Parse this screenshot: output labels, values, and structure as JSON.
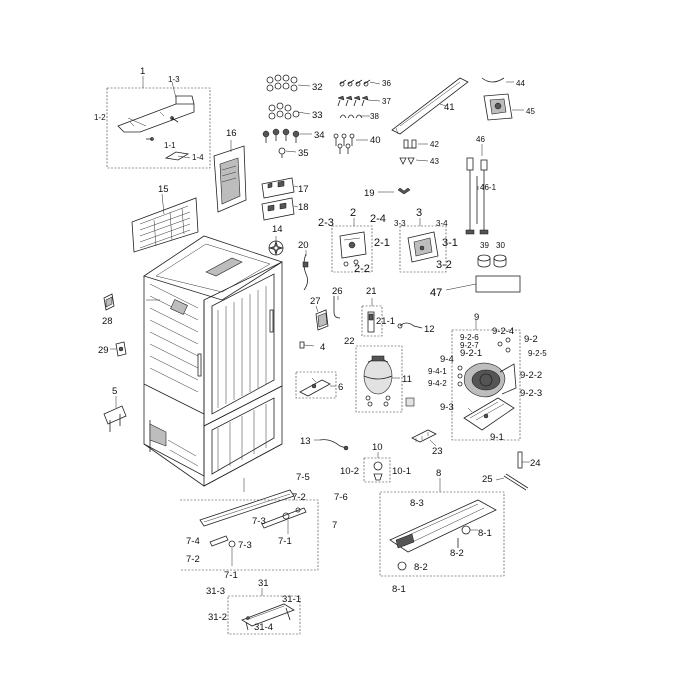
{
  "diagram": {
    "labels": [
      {
        "id": "l1",
        "text": "1"
      },
      {
        "id": "l1_1",
        "text": "1-1"
      },
      {
        "id": "l1_2",
        "text": "1-2"
      },
      {
        "id": "l1_3",
        "text": "1-3"
      },
      {
        "id": "l1_4",
        "text": "1-4"
      },
      {
        "id": "l2",
        "text": "2"
      },
      {
        "id": "l2_1",
        "text": "2-1"
      },
      {
        "id": "l2_2",
        "text": "2-2"
      },
      {
        "id": "l2_3",
        "text": "2-3"
      },
      {
        "id": "l2_4",
        "text": "2-4"
      },
      {
        "id": "l3",
        "text": "3"
      },
      {
        "id": "l3_1",
        "text": "3-1"
      },
      {
        "id": "l3_2",
        "text": "3-2"
      },
      {
        "id": "l3_3",
        "text": "3-3"
      },
      {
        "id": "l3_4",
        "text": "3-4"
      },
      {
        "id": "l4",
        "text": "4"
      },
      {
        "id": "l5",
        "text": "5"
      },
      {
        "id": "l6",
        "text": "6"
      },
      {
        "id": "l7",
        "text": "7"
      },
      {
        "id": "l7_1a",
        "text": "7-1"
      },
      {
        "id": "l7_1b",
        "text": "7-1"
      },
      {
        "id": "l7_2a",
        "text": "7-2"
      },
      {
        "id": "l7_2b",
        "text": "7-2"
      },
      {
        "id": "l7_3a",
        "text": "7-3"
      },
      {
        "id": "l7_3b",
        "text": "7-3"
      },
      {
        "id": "l7_4",
        "text": "7-4"
      },
      {
        "id": "l7_5",
        "text": "7-5"
      },
      {
        "id": "l7_6",
        "text": "7-6"
      },
      {
        "id": "l8",
        "text": "8"
      },
      {
        "id": "l8_1a",
        "text": "8-1"
      },
      {
        "id": "l8_1b",
        "text": "8-1"
      },
      {
        "id": "l8_2a",
        "text": "8-2"
      },
      {
        "id": "l8_2b",
        "text": "8-2"
      },
      {
        "id": "l8_3",
        "text": "8-3"
      },
      {
        "id": "l9",
        "text": "9"
      },
      {
        "id": "l9_1",
        "text": "9-1"
      },
      {
        "id": "l9_2",
        "text": "9-2"
      },
      {
        "id": "l9_2_1",
        "text": "9-2-1"
      },
      {
        "id": "l9_2_2",
        "text": "9-2-2"
      },
      {
        "id": "l9_2_3",
        "text": "9-2-3"
      },
      {
        "id": "l9_2_4",
        "text": "9-2-4"
      },
      {
        "id": "l9_2_5",
        "text": "9-2-5"
      },
      {
        "id": "l9_2_6",
        "text": "9-2-6"
      },
      {
        "id": "l9_2_7",
        "text": "9-2-7"
      },
      {
        "id": "l9_3",
        "text": "9-3"
      },
      {
        "id": "l9_4",
        "text": "9-4"
      },
      {
        "id": "l9_4_1",
        "text": "9-4-1"
      },
      {
        "id": "l9_4_2",
        "text": "9-4-2"
      },
      {
        "id": "l10",
        "text": "10"
      },
      {
        "id": "l10_1",
        "text": "10-1"
      },
      {
        "id": "l10_2",
        "text": "10-2"
      },
      {
        "id": "l11",
        "text": "11"
      },
      {
        "id": "l12",
        "text": "12"
      },
      {
        "id": "l13",
        "text": "13"
      },
      {
        "id": "l14",
        "text": "14"
      },
      {
        "id": "l15",
        "text": "15"
      },
      {
        "id": "l16",
        "text": "16"
      },
      {
        "id": "l17",
        "text": "17"
      },
      {
        "id": "l18",
        "text": "18"
      },
      {
        "id": "l19",
        "text": "19"
      },
      {
        "id": "l20",
        "text": "20"
      },
      {
        "id": "l21",
        "text": "21"
      },
      {
        "id": "l21_1",
        "text": "21-1"
      },
      {
        "id": "l22",
        "text": "22"
      },
      {
        "id": "l23",
        "text": "23"
      },
      {
        "id": "l24",
        "text": "24"
      },
      {
        "id": "l25",
        "text": "25"
      },
      {
        "id": "l26",
        "text": "26"
      },
      {
        "id": "l27",
        "text": "27"
      },
      {
        "id": "l28",
        "text": "28"
      },
      {
        "id": "l29",
        "text": "29"
      },
      {
        "id": "l30",
        "text": "30"
      },
      {
        "id": "l31",
        "text": "31"
      },
      {
        "id": "l31_1",
        "text": "31-1"
      },
      {
        "id": "l31_2",
        "text": "31-2"
      },
      {
        "id": "l31_3",
        "text": "31-3"
      },
      {
        "id": "l31_4",
        "text": "31-4"
      },
      {
        "id": "l32",
        "text": "32"
      },
      {
        "id": "l33",
        "text": "33"
      },
      {
        "id": "l34",
        "text": "34"
      },
      {
        "id": "l35",
        "text": "35"
      },
      {
        "id": "l36",
        "text": "36"
      },
      {
        "id": "l37",
        "text": "37"
      },
      {
        "id": "l38",
        "text": "38"
      },
      {
        "id": "l39",
        "text": "39"
      },
      {
        "id": "l40",
        "text": "40"
      },
      {
        "id": "l41",
        "text": "41"
      },
      {
        "id": "l42",
        "text": "42"
      },
      {
        "id": "l43",
        "text": "43"
      },
      {
        "id": "l44",
        "text": "44"
      },
      {
        "id": "l45",
        "text": "45"
      },
      {
        "id": "l46",
        "text": "46"
      },
      {
        "id": "l46_1",
        "text": "46-1"
      },
      {
        "id": "l47",
        "text": "47"
      }
    ]
  }
}
